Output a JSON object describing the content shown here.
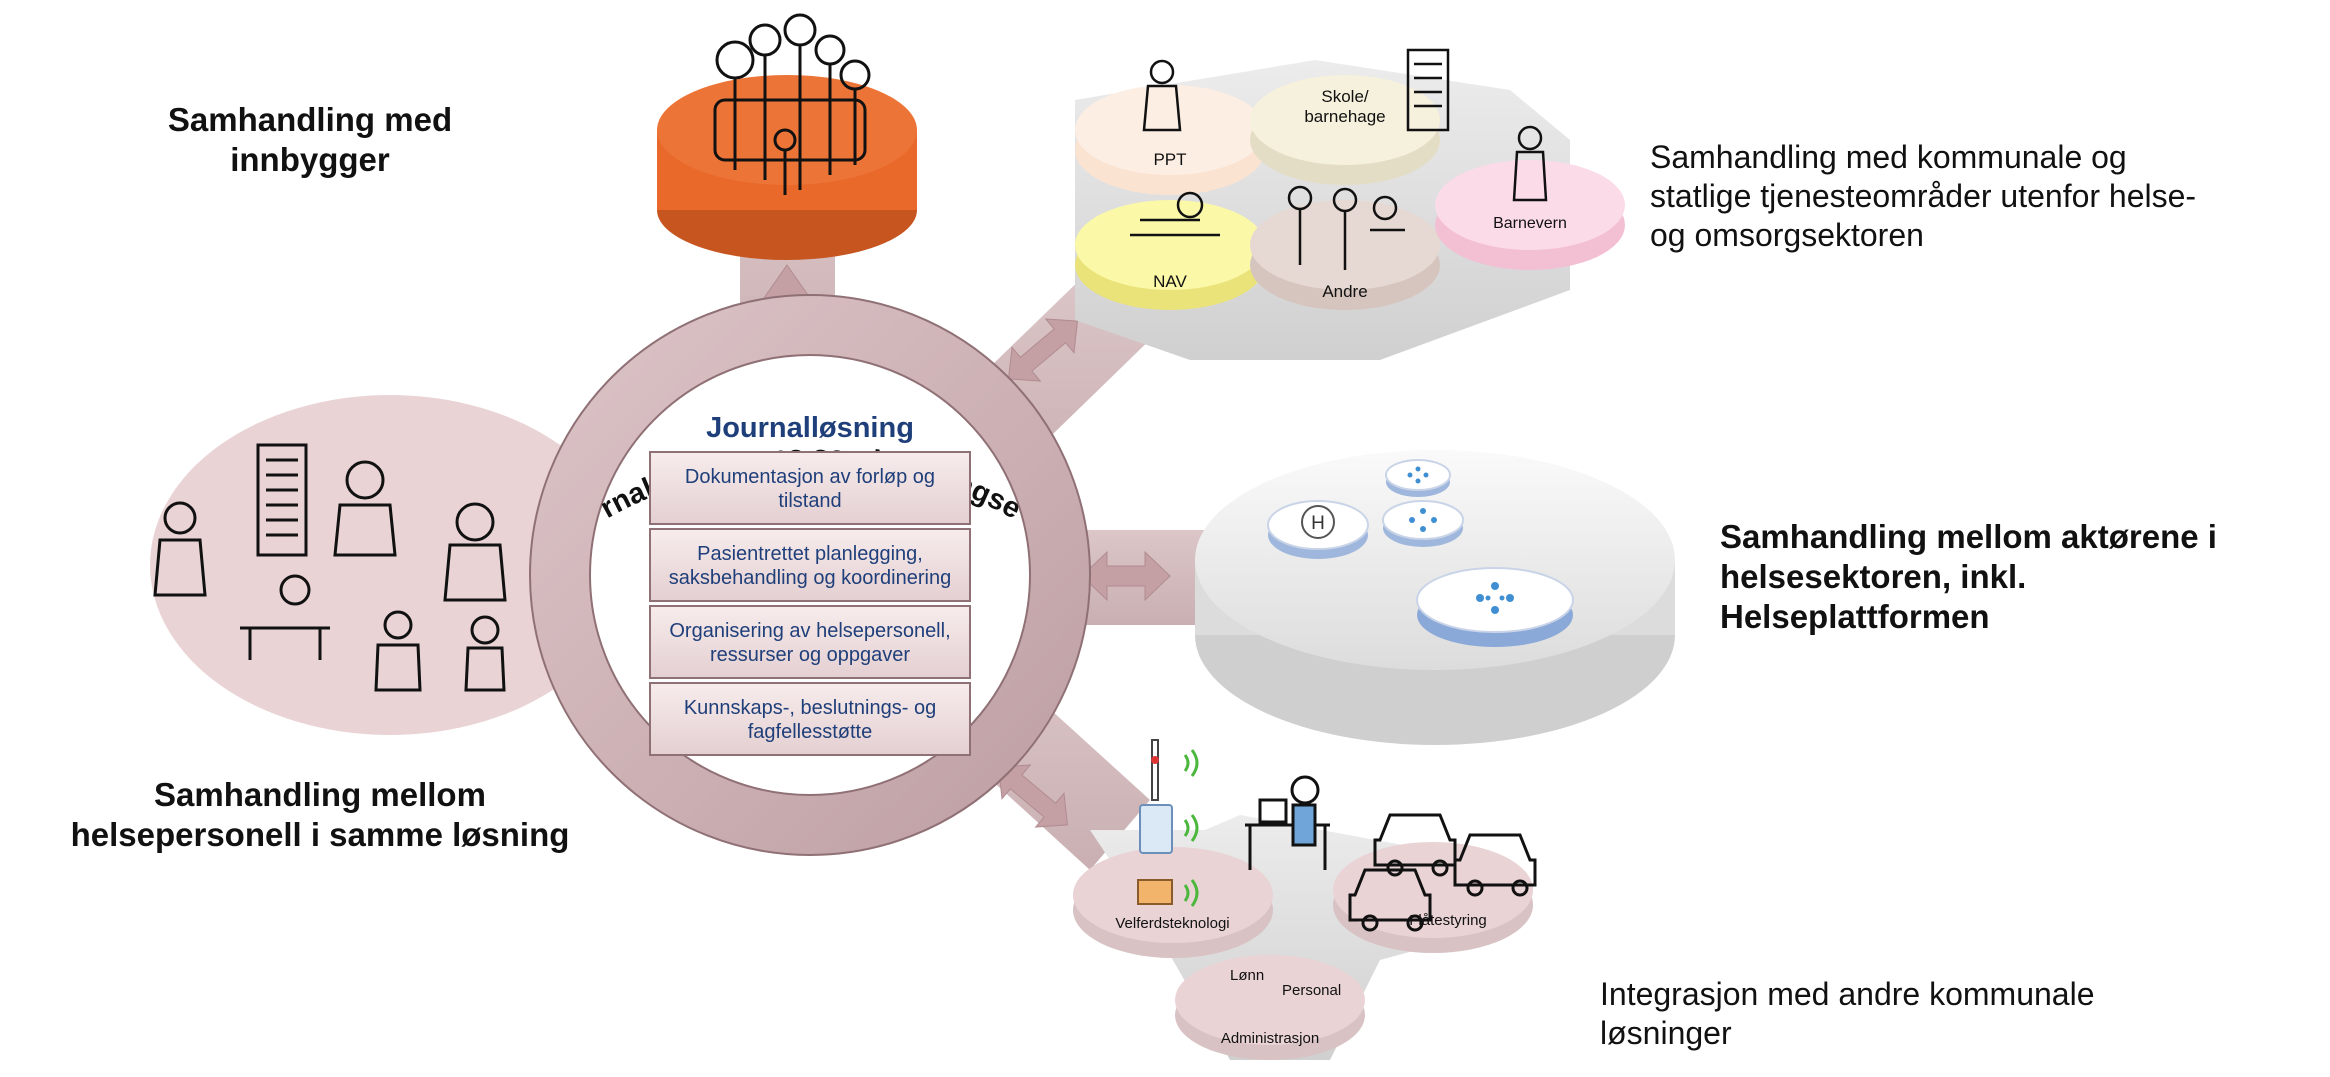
{
  "labels": {
    "innbygger": "Samhandling med\ninnbygger",
    "kommunale": "Samhandling med kommunale og\nstatlige tjenesteområder utenfor helse-\nog omsorgsektoren",
    "helsesektoren": "Samhandling mellom aktørene i\nhelsesektoren, inkl.\nHelseplattformen",
    "helsepersonell": "Samhandling mellom\nhelsepersonell i samme løsning",
    "integrasjon": "Integrasjon med andre kommunale\nløsninger"
  },
  "center": {
    "ring_text": "Journalløsningens samhandlingsevne",
    "title": "Journalløsning",
    "boxes": [
      "Dokumentasjon av forløp og\ntilstand",
      "Pasientrettet planlegging,\nsaksbehandling og koordinering",
      "Organisering av helsepersonell,\nressurser og oppgaver",
      "Kunnskaps-, beslutnings- og\nfagfellesstøtte"
    ]
  },
  "sectors": {
    "ppt": "PPT",
    "skole": "Skole/\nbarnehage",
    "barnevern": "Barnevern",
    "nav": "NAV",
    "andre": "Andre"
  },
  "hospital_mark": "H",
  "integrations": {
    "velferd": "Velferdsteknologi",
    "flate": "Flåtestyring",
    "lonn": "Lønn",
    "personal": "Personal",
    "admin": "Administrasjon"
  },
  "colors": {
    "ring": "#cfb3b6",
    "node_pink": "#e9d3d5",
    "innbygger_orange": "#e8692a",
    "ppt_peach": "#fbe3d2",
    "skole_cream": "#f5f1dc",
    "barnevern_pink": "#fbdbe8",
    "nav_yellow": "#fbf8a8",
    "andre_tan": "#e6d8d2",
    "title_blue": "#1f3f7a",
    "dot_blue": "#3f8fd2"
  }
}
